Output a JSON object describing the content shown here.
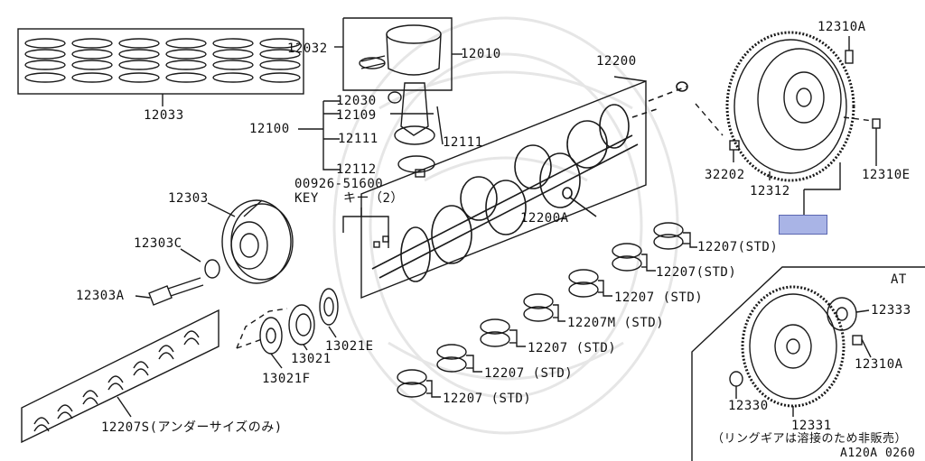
{
  "labels": {
    "p12033": "12033",
    "p12032": "12032",
    "p12010": "12010",
    "p12100": "12100",
    "p12030": "12030",
    "p12109": "12109",
    "p12111a": "12111",
    "p12111b": "12111",
    "p12112": "12112",
    "p12200": "12200",
    "p12200A": "12200A",
    "p00926": "00926-51600",
    "key_en": "KEY",
    "key_jp": "キー（2）",
    "p12303": "12303",
    "p12303C": "12303C",
    "p12303A": "12303A",
    "p12310A_top": "12310A",
    "p32202": "32202",
    "p12312": "12312",
    "p12310E": "12310E",
    "b1": "12207(STD)",
    "b2": "12207(STD)",
    "b3": "12207 (STD)",
    "b4": "12207M (STD)",
    "b5": "12207 (STD)",
    "b6": "12207 (STD)",
    "b7": "12207 (STD)",
    "p13021E": "13021E",
    "p13021": "13021",
    "p13021F": "13021F",
    "p12207S": "12207S(アンダーサイズのみ)",
    "at": "AT",
    "p12333": "12333",
    "p12310A_at": "12310A",
    "p12330": "12330",
    "p12331": "12331",
    "ring_note": "（リングギアは溶接のため非販売）",
    "fig_code": "A120A 0260"
  },
  "colors": {
    "line": "#1a1a1a",
    "callout_fill": "#a9b4e6",
    "watermark": "#e6e6e6"
  }
}
